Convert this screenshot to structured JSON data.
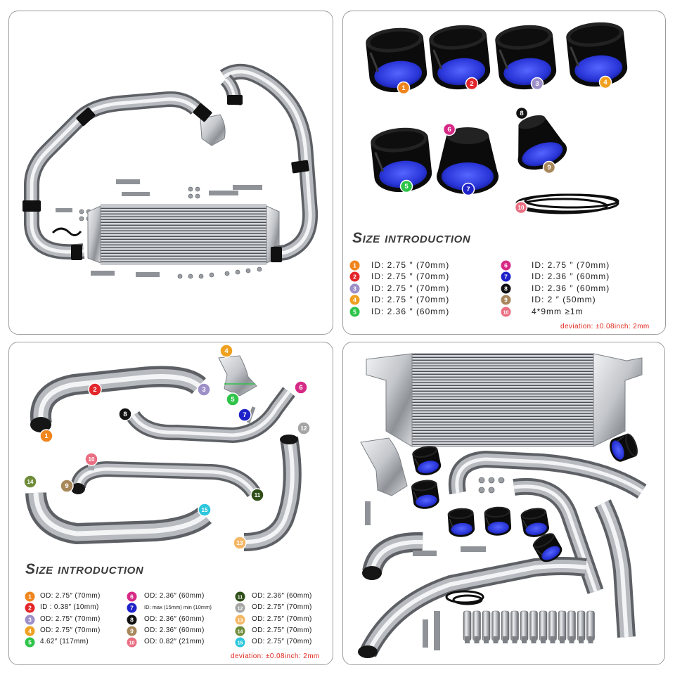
{
  "coupler_sizes": {
    "title": "Size introduction",
    "items": [
      {
        "num": "1",
        "color": "#f0851d",
        "text": "ID:  2.75 ″ (70mm)"
      },
      {
        "num": "2",
        "color": "#e3262b",
        "text": "ID:  2.75 ″ (70mm)"
      },
      {
        "num": "3",
        "color": "#9d8fc8",
        "text": "ID:  2.75 ″ (70mm)"
      },
      {
        "num": "4",
        "color": "#f0a020",
        "text": "ID:  2.75 ″ (70mm)"
      },
      {
        "num": "5",
        "color": "#2ec44a",
        "text": "ID:  2.36 ″ (60mm)"
      },
      {
        "num": "6",
        "color": "#d62a86",
        "text": "ID:  2.75 ″ (70mm)"
      },
      {
        "num": "7",
        "color": "#1e22c8",
        "text": "ID:  2.36 ″ (60mm)"
      },
      {
        "num": "8",
        "color": "#111111",
        "text": "ID:  2.36 ″ (60mm)"
      },
      {
        "num": "9",
        "color": "#a8875b",
        "text": "ID:  2 ″ (50mm)"
      },
      {
        "num": "10",
        "color": "#ea6f82",
        "text": "4*9mm ≥1m"
      }
    ],
    "deviation": "deviation: ±0.08inch: 2mm"
  },
  "pipe_sizes": {
    "title": "Size introduction",
    "items": [
      {
        "num": "1",
        "color": "#f0851d",
        "text": "OD: 2.75″ (70mm)"
      },
      {
        "num": "2",
        "color": "#e3262b",
        "text": "ID : 0.38″ (10mm)"
      },
      {
        "num": "3",
        "color": "#9d8fc8",
        "text": "OD: 2.75″ (70mm)"
      },
      {
        "num": "4",
        "color": "#f0a020",
        "text": "OD: 2.75″ (70mm)"
      },
      {
        "num": "5",
        "color": "#2ec44a",
        "text": "4.62″ (117mm)"
      },
      {
        "num": "6",
        "color": "#d62a86",
        "text": "OD: 2.36″ (60mm)"
      },
      {
        "num": "7",
        "color": "#1e22c8",
        "text": "ID: max (15mm) min (10mm)"
      },
      {
        "num": "8",
        "color": "#111111",
        "text": "OD: 2.36″ (60mm)"
      },
      {
        "num": "9",
        "color": "#a8875b",
        "text": "OD: 2.36″ (60mm)"
      },
      {
        "num": "10",
        "color": "#ea6f82",
        "text": "OD: 0.82″ (21mm)"
      },
      {
        "num": "11",
        "color": "#2f4f18",
        "text": "OD: 2.36″ (60mm)"
      },
      {
        "num": "12",
        "color": "#a5a5a5",
        "text": "OD: 2.75″ (70mm)"
      },
      {
        "num": "13",
        "color": "#f3b766",
        "text": "OD: 2.75″ (70mm)"
      },
      {
        "num": "14",
        "color": "#6f8c3a",
        "text": "OD: 2.75″ (70mm)"
      },
      {
        "num": "15",
        "color": "#2cc7dd",
        "text": "OD: 2.75″ (70mm)"
      }
    ],
    "deviation": "deviation: ±0.08inch: 2mm"
  }
}
